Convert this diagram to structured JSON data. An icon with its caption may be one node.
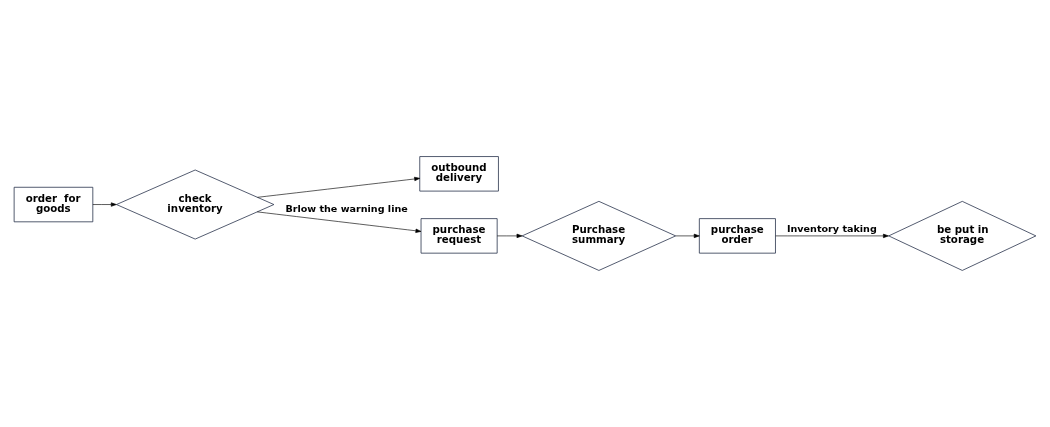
{
  "diagram": {
    "nodes": [
      {
        "text": [
          "order  for goods"
        ]
      },
      {
        "text": [
          "check inventory"
        ]
      },
      {
        "text": [
          "outbound delivery"
        ]
      },
      {
        "text": [
          "purchase request"
        ]
      },
      {
        "text": [
          "Purchase summary"
        ]
      },
      {
        "text": [
          "purchase order"
        ]
      },
      {
        "text": [
          "be put in storage"
        ]
      }
    ],
    "edges": [
      {
        "from": 0,
        "to": 1,
        "arrow": "to"
      },
      {
        "from": 1,
        "to": 2,
        "arrow": "to"
      },
      {
        "from": 1,
        "to": 3,
        "arrow": "to",
        "label": "Brlow the warning line"
      },
      {
        "from": 3,
        "to": 4,
        "arrow": "to"
      },
      {
        "from": 4,
        "to": 5,
        "arrow": "to"
      },
      {
        "from": 5,
        "to": 6,
        "arrow": "to",
        "label": "Inventory taking"
      }
    ]
  }
}
